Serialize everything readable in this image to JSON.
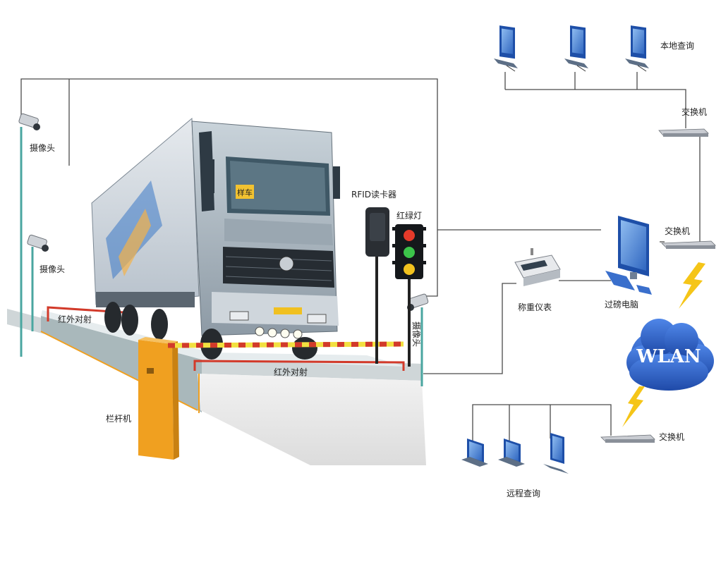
{
  "labels": {
    "camera_1": "摄像头",
    "camera_2": "摄像头",
    "camera_3": "摄像头",
    "local_query": "本地查询",
    "switch_top": "交换机",
    "switch_mid": "交换机",
    "switch_bottom": "交换机",
    "rfid_reader": "RFID读卡器",
    "traffic_light": "红绿灯",
    "infrared_left": "红外对射",
    "infrared_center": "红外对射",
    "weighing_instrument": "称重仪表",
    "weighing_computer": "过磅电脑",
    "barrier_gate": "栏杆机",
    "remote_query": "远程查询",
    "wlan": "WLAN",
    "truck_plate": "样车"
  },
  "colors": {
    "line": "#4a4a4a",
    "pole": "#4aa6a0",
    "barrier": "#f0a020",
    "infrared": "#d23a2a",
    "wlan_cloud": "#2c5fc4",
    "lightning": "#f5c518",
    "monitor": "#3a78d6"
  }
}
